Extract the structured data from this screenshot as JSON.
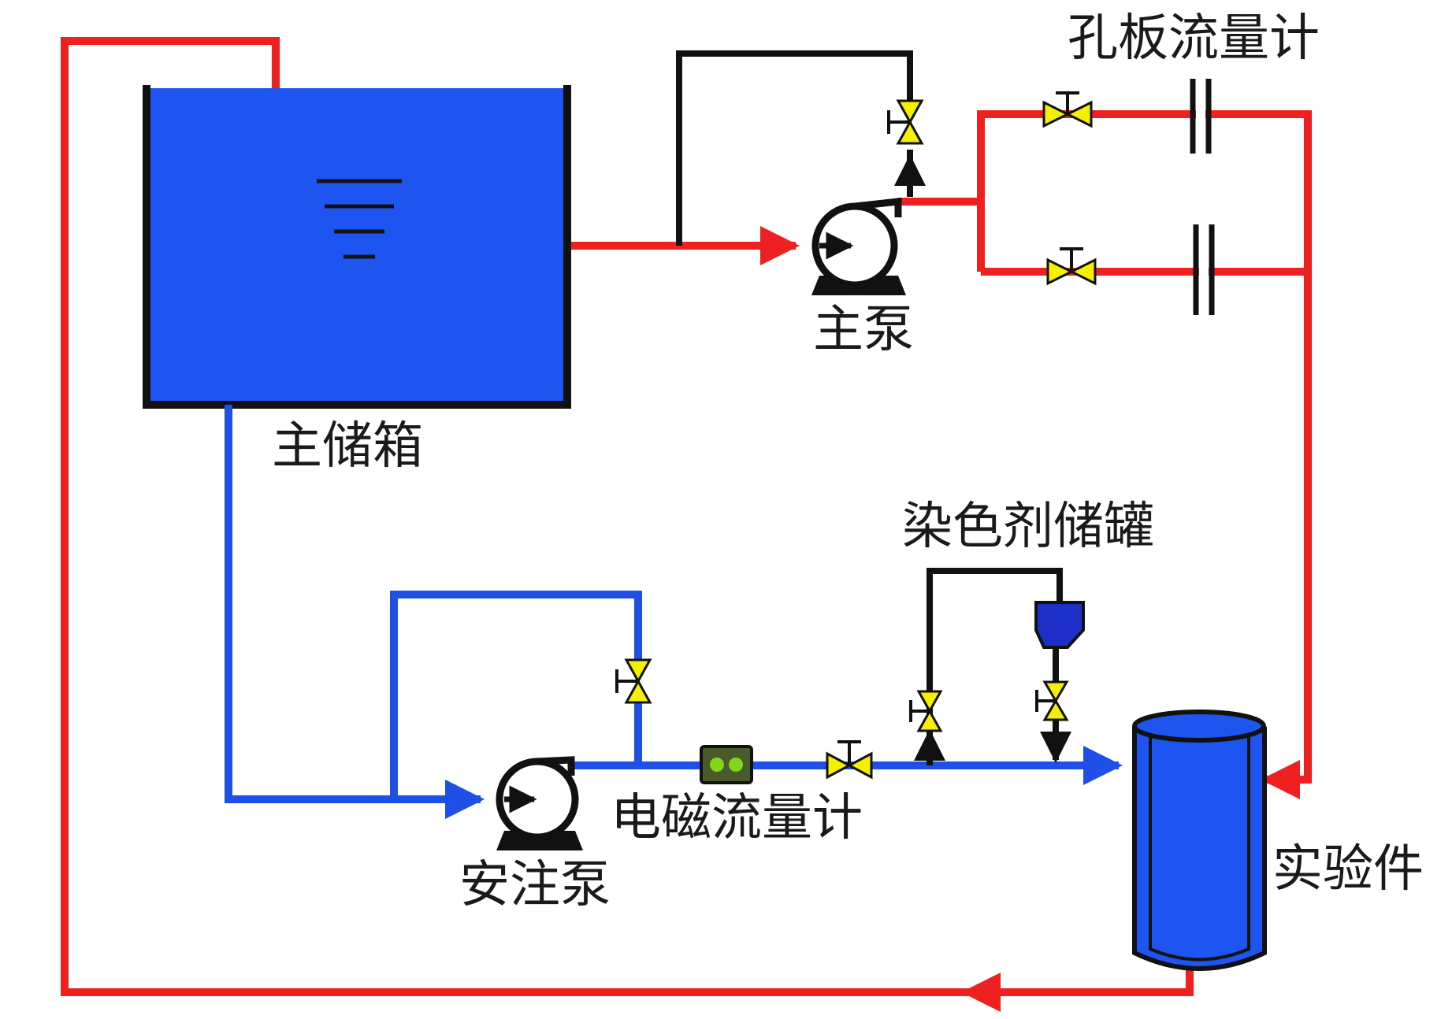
{
  "labels": {
    "main_tank": "主储箱",
    "main_pump": "主泵",
    "orifice_flowmeter": "孔板流量计",
    "injection_pump": "安注泵",
    "em_flowmeter": "电磁流量计",
    "dye_tank": "染色剂储罐",
    "test_section": "实验件"
  },
  "colors": {
    "hot_loop": "#ee2020",
    "cold_loop": "#1e4fe6",
    "tank_fill": "#1e55f0",
    "valve_fill": "#f4f000",
    "outline": "#111111",
    "meter_green": "#7fd81c"
  }
}
